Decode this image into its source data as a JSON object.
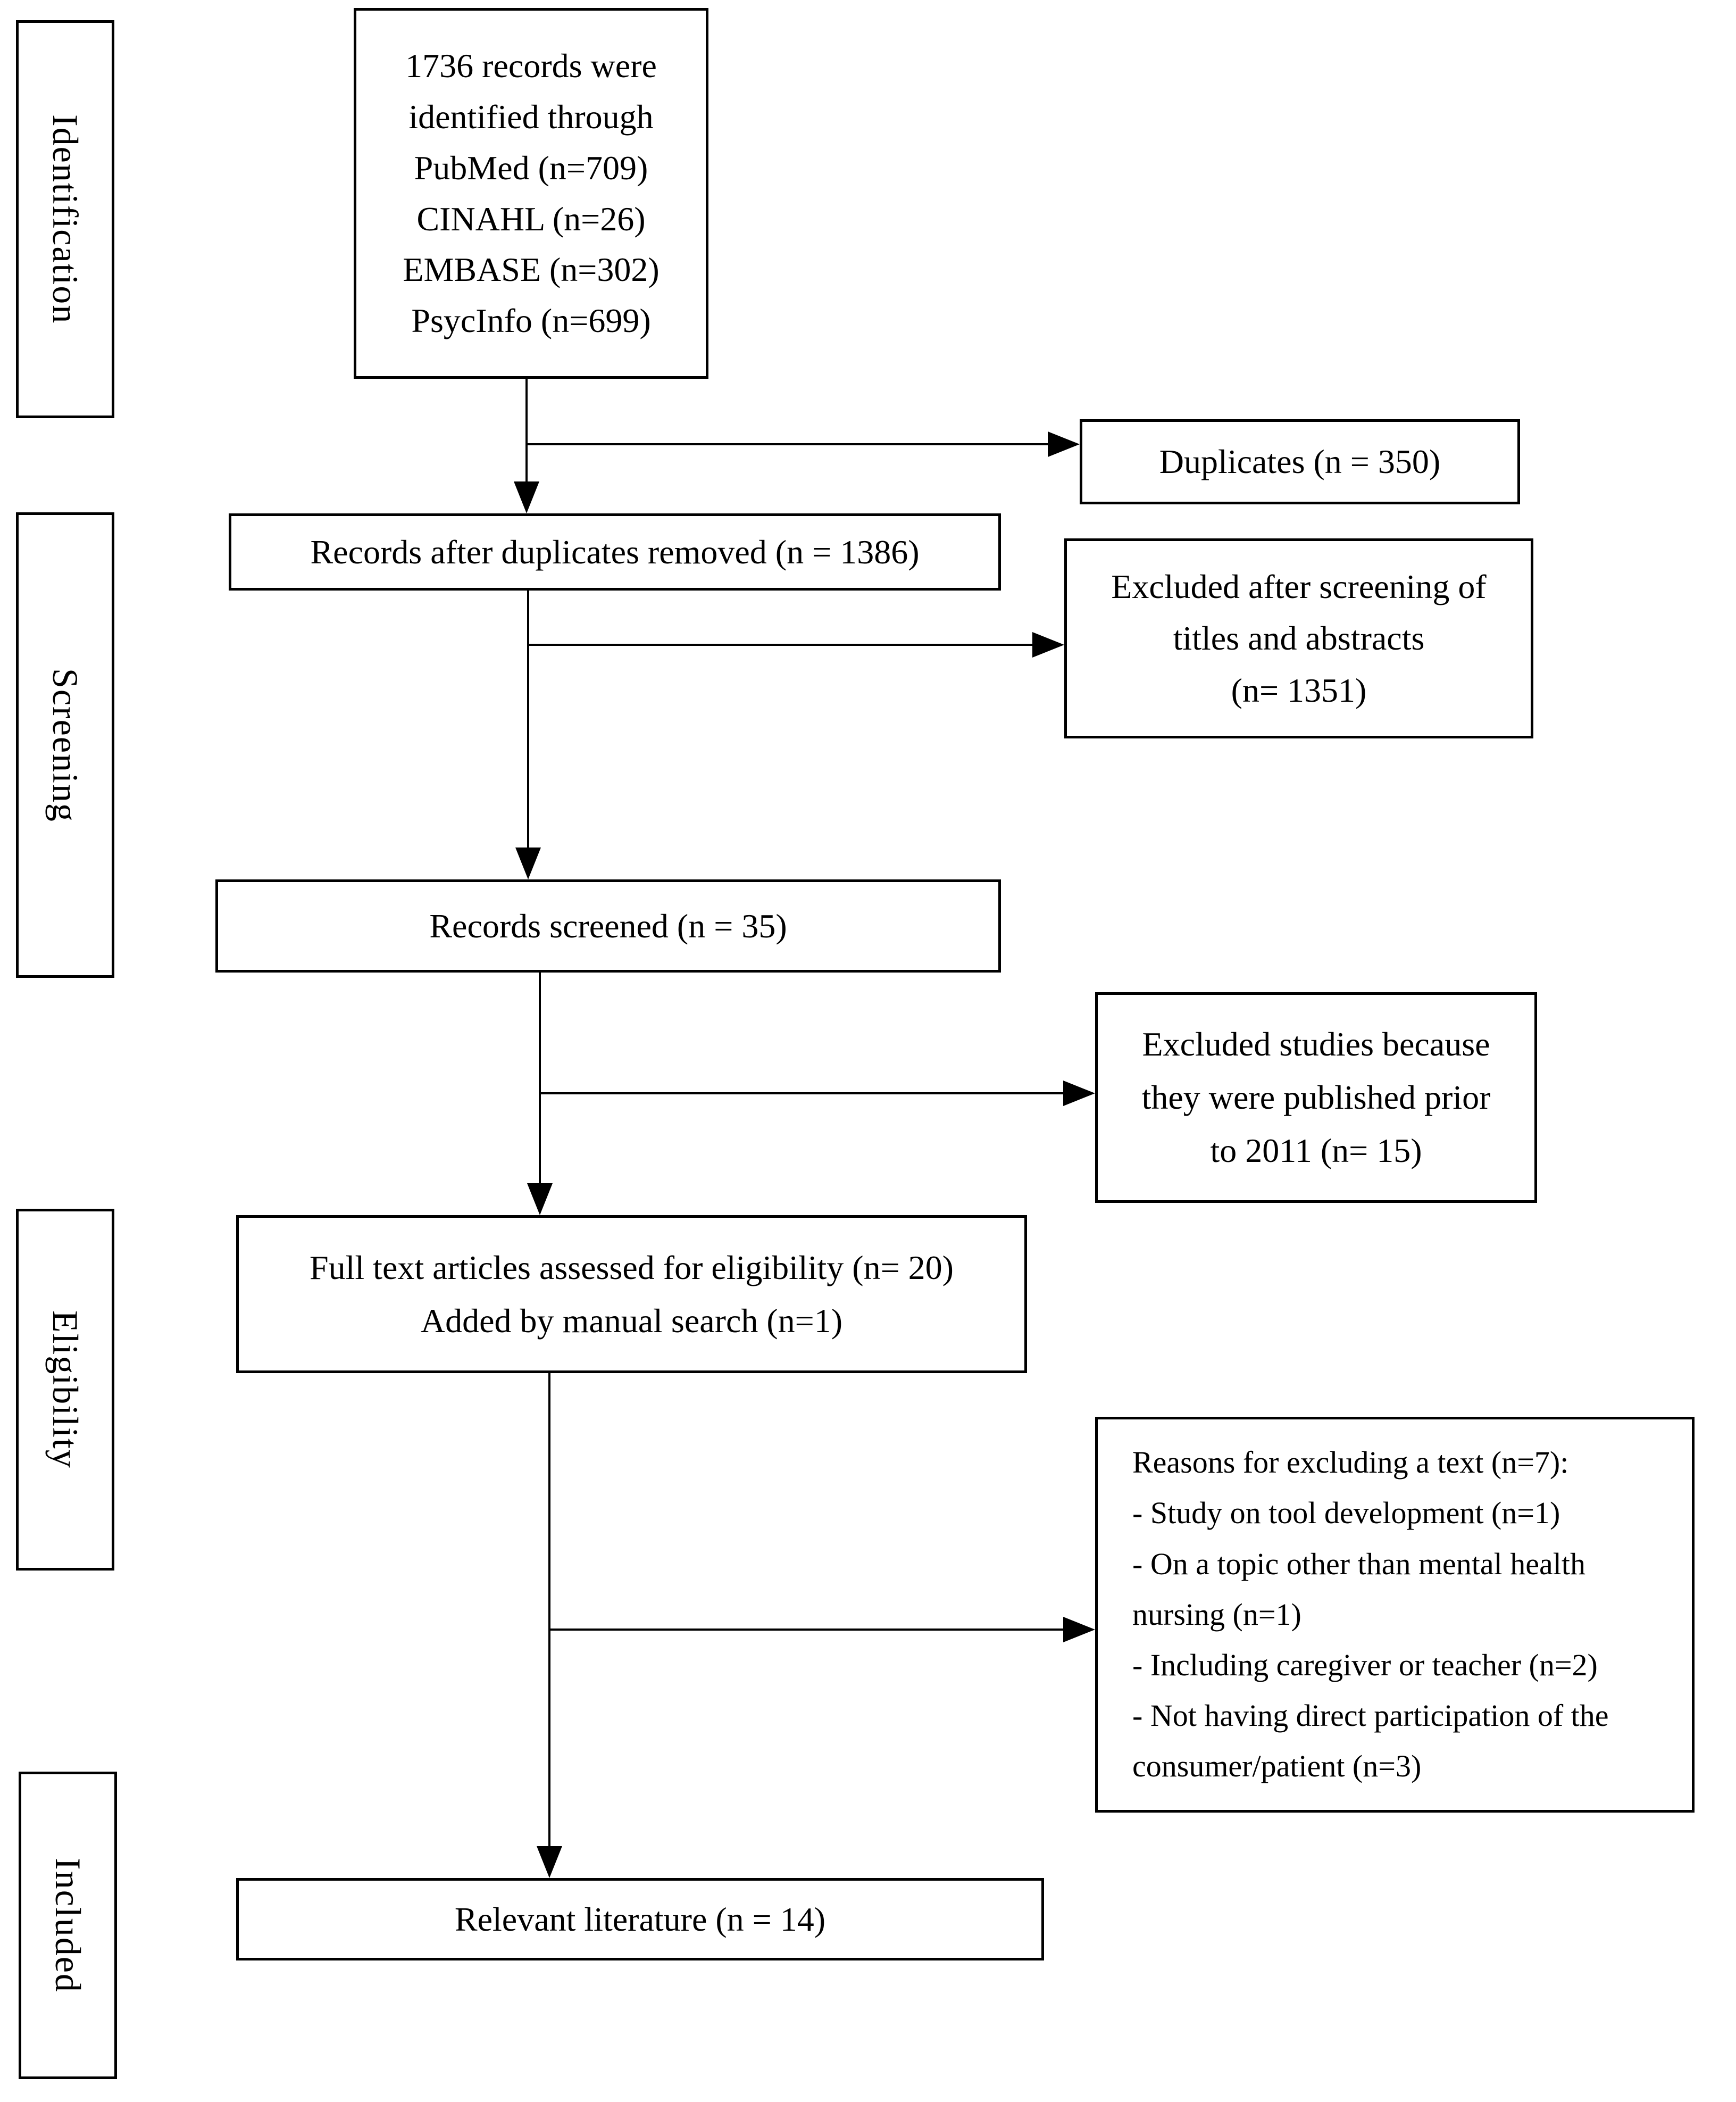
{
  "stages": {
    "identification": "Identification",
    "screening": "Screening",
    "eligibility": "Eligibility",
    "included": "Included"
  },
  "flow": {
    "identified": {
      "lines": [
        "1736 records were",
        "identified through",
        "PubMed (n=709)",
        "CINAHL (n=26)",
        "EMBASE (n=302)",
        "PsycInfo (n=699)"
      ]
    },
    "duplicates": {
      "label": "Duplicates (n = 350)"
    },
    "records_after_duplicates": {
      "label": "Records after duplicates removed (n = 1386)"
    },
    "excluded_screening": {
      "lines": [
        "Excluded after screening of",
        "titles and abstracts",
        "(n= 1351)"
      ]
    },
    "records_screened": {
      "label": "Records screened (n = 35)"
    },
    "excluded_prior": {
      "lines": [
        "Excluded studies because",
        "they were published prior",
        "to 2011 (n= 15)"
      ]
    },
    "full_text": {
      "lines": [
        "Full text articles assessed for eligibility (n= 20)",
        "Added by manual search (n=1)"
      ]
    },
    "exclusion_reasons": {
      "lines": [
        "Reasons for excluding a text (n=7):",
        "- Study on tool development (n=1)",
        "- On a topic other than mental health",
        "nursing (n=1)",
        "- Including caregiver or teacher (n=2)",
        "- Not having direct participation of the",
        "consumer/patient (n=3)"
      ]
    },
    "relevant": {
      "label": "Relevant literature (n = 14)"
    }
  },
  "colors": {
    "border": "#000000",
    "text": "#000000",
    "background": "#ffffff"
  }
}
